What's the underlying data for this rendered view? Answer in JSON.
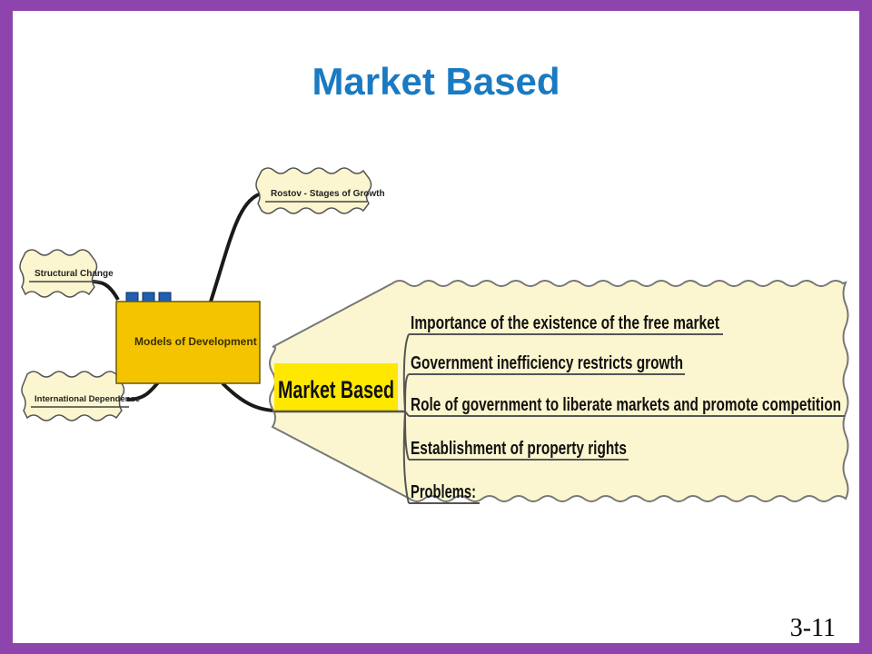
{
  "slide": {
    "title": "Market Based",
    "page_number": "3-11"
  },
  "mindmap": {
    "central_node": "Models of Development",
    "branches": {
      "top": "Rostov - Stages of Growth",
      "left_upper": "Structural Change",
      "left_lower": "International Dependence"
    },
    "focus": {
      "label": "Market Based",
      "items": [
        "Importance of the existence of the free market",
        "Government inefficiency restricts growth",
        "Role of government to liberate markets and promote competition",
        "Establishment of property rights",
        "Problems:"
      ]
    }
  },
  "colors": {
    "frame": "#8e44ad",
    "title": "#1a7ac2",
    "node_fill": "#f5c400",
    "node_handle": "#1f5fb3",
    "cloud_fill": "#fbf6cf"
  }
}
